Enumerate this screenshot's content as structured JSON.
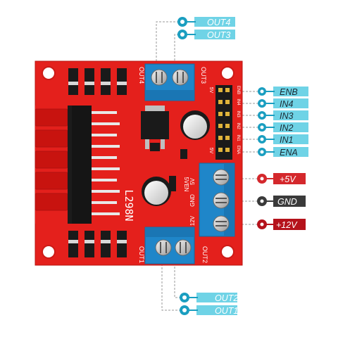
{
  "diagram": {
    "board": {
      "chip_label": "L298N",
      "terminals": {
        "out4": "OUT4",
        "out3": "OUT3",
        "out1": "OUT1",
        "out2": "OUT2"
      },
      "power_silk": [
        "12V",
        "GND",
        "5V"
      ],
      "header_silk": [
        "ENB",
        "IN4",
        "IN3",
        "IN2",
        "IN1",
        "ENA"
      ],
      "header_5v_top": "5V",
      "header_5v_bottom": "5V",
      "jumper_label": "5VEN"
    },
    "top_pins": [
      {
        "label": "OUT4"
      },
      {
        "label": "OUT3"
      }
    ],
    "bottom_pins": [
      {
        "label": "OUT2"
      },
      {
        "label": "OUT1"
      }
    ],
    "right_pins": [
      {
        "label": "ENB"
      },
      {
        "label": "IN4"
      },
      {
        "label": "IN3"
      },
      {
        "label": "IN2"
      },
      {
        "label": "IN1"
      },
      {
        "label": "ENA"
      }
    ],
    "power_pins": [
      {
        "label": "+5V",
        "color": "#d4282c"
      },
      {
        "label": "GND",
        "color": "#3a3a3a"
      },
      {
        "label": "+12V",
        "color": "#b5121b"
      }
    ],
    "colors": {
      "pcb": "#e4201c",
      "terminal": "#1f86c9",
      "pin_label_bg": "#6fd3e6",
      "pin_dot": "#1a9ec0"
    }
  }
}
